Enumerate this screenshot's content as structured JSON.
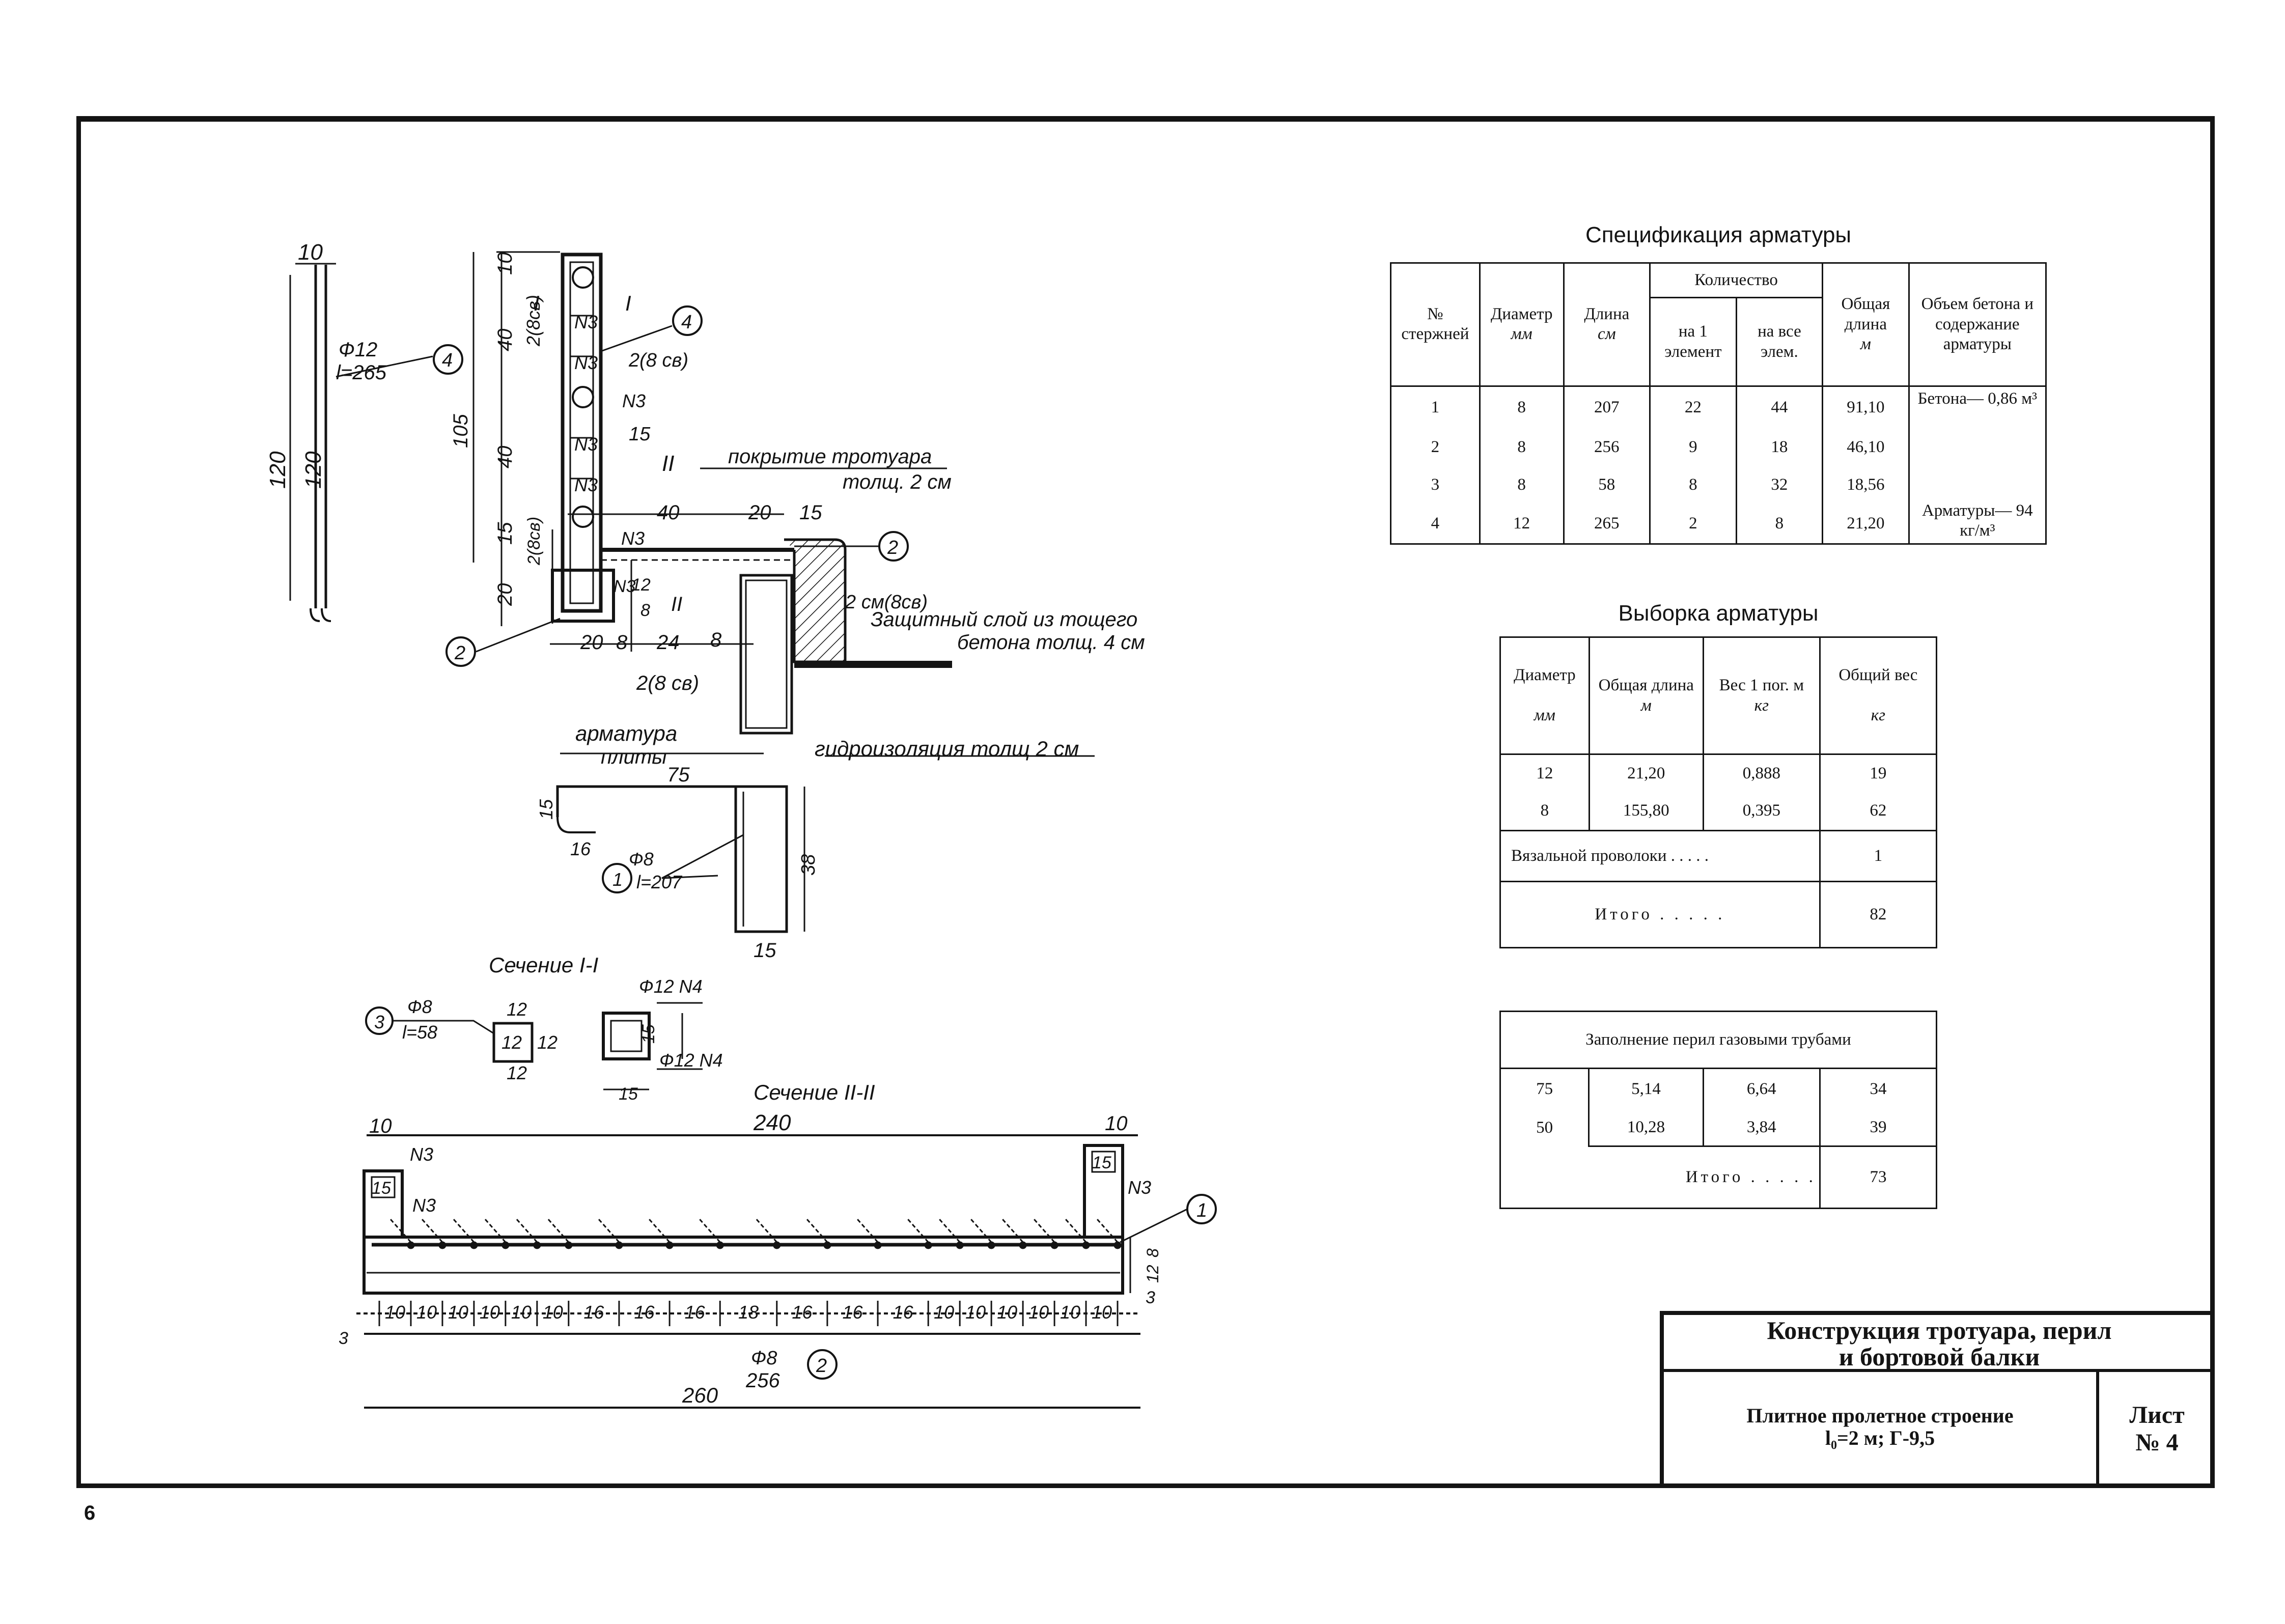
{
  "page_number": "6",
  "spec_table": {
    "title": "Спецификация арматуры",
    "h_num": "№ стержней",
    "h_diam": "Диаметр",
    "h_diam_unit": "мм",
    "h_len": "Длина",
    "h_len_unit": "см",
    "h_qty": "Количество",
    "h_qty_el": "на 1 элемент",
    "h_qty_all": "на все элем.",
    "h_total": "Общая длина",
    "h_total_unit": "м",
    "h_vol": "Объем бетона и содержание арматуры",
    "rows": [
      {
        "n": "1",
        "d": "8",
        "l": "207",
        "q1": "22",
        "qa": "44",
        "t": "91,10"
      },
      {
        "n": "2",
        "d": "8",
        "l": "256",
        "q1": "9",
        "qa": "18",
        "t": "46,10"
      },
      {
        "n": "3",
        "d": "8",
        "l": "58",
        "q1": "8",
        "qa": "32",
        "t": "18,56"
      },
      {
        "n": "4",
        "d": "12",
        "l": "265",
        "q1": "2",
        "qa": "8",
        "t": "21,20"
      }
    ],
    "concrete": "Бетона— 0,86 м³",
    "rebar": "Арматуры— 94 кг/м³"
  },
  "selection_table": {
    "title": "Выборка арматуры",
    "h_diam": "Диаметр",
    "h_diam_unit": "мм",
    "h_total": "Общая длина",
    "h_total_unit": "м",
    "h_weight": "Вес 1 пог. м",
    "h_weight_unit": "кг",
    "h_sum": "Общий вес",
    "h_sum_unit": "кг",
    "rows": [
      {
        "d": "12",
        "l": "21,20",
        "w": "0,888",
        "s": "19"
      },
      {
        "d": "8",
        "l": "155,80",
        "w": "0,395",
        "s": "62"
      }
    ],
    "wire_label": "Вязальной проволоки . . . . .",
    "wire_value": "1",
    "total_label": "Итого . . . . .",
    "total_value": "82"
  },
  "pipes_table": {
    "title": "Заполнение перил газовыми трубами",
    "rows": [
      {
        "a": "75",
        "b": "5,14",
        "c": "6,64",
        "d": "34"
      },
      {
        "a": "50",
        "b": "10,28",
        "c": "3,84",
        "d": "39"
      }
    ],
    "total_label": "Итого . . . . .",
    "total_value": "73"
  },
  "title_block": {
    "title_line1": "Конструкция тротуара, перил",
    "title_line2": "и бортовой балки",
    "sub_line1": "Плитное пролетное строение",
    "sub_line2": "l₀=2 м; Г-9,5",
    "sheet_label": "Лист",
    "sheet_number": "№ 4"
  },
  "drawing": {
    "bar4_top": "10",
    "bar4_dia": "Ф12",
    "bar4_len": "l=265",
    "bar4_mark": "4",
    "dim_120": "120",
    "dim_10": "10",
    "dim_40": "40",
    "dim_105": "105",
    "dim_15": "15",
    "dim_20": "20",
    "dim_8": "8",
    "dim_24": "24",
    "dim_12": "12",
    "sec_I": "I",
    "sec_II": "II",
    "n3": "N3",
    "two_bsv": "2(8 св)",
    "two_bsv_a": "2(8св)",
    "cover": "покрытие тротуара",
    "cover_th": "толщ. 2 см",
    "prot1": "Защитный слой из тощего",
    "prot2": "бетона толщ. 4 см",
    "two_cm": "2 см(8св)",
    "slab_reb1": "арматура",
    "slab_reb2": "плиты",
    "waterproof": "гидроизоляция толщ 2 см",
    "mark1": "1",
    "mark2": "2",
    "mark3": "3",
    "mark4": "4",
    "bar1_dia": "Ф8",
    "bar1_len": "l=207",
    "dim_75": "75",
    "dim_16": "16",
    "dim_38": "38",
    "section_I": "Сечение I-I",
    "section_II": "Сечение II-II",
    "bar3_dia": "Ф8",
    "bar3_len": "l=58",
    "f12n4": "Ф12 N4",
    "dim_240": "240",
    "dim_256": "256",
    "dim_260": "260",
    "dim_3": "3",
    "bar2_dia": "Ф8",
    "bottom_dims": [
      "10",
      "10",
      "10",
      "10",
      "10",
      "10",
      "16",
      "16",
      "16",
      "18",
      "16",
      "16",
      "16",
      "10",
      "10",
      "10",
      "10",
      "10",
      "10"
    ]
  }
}
